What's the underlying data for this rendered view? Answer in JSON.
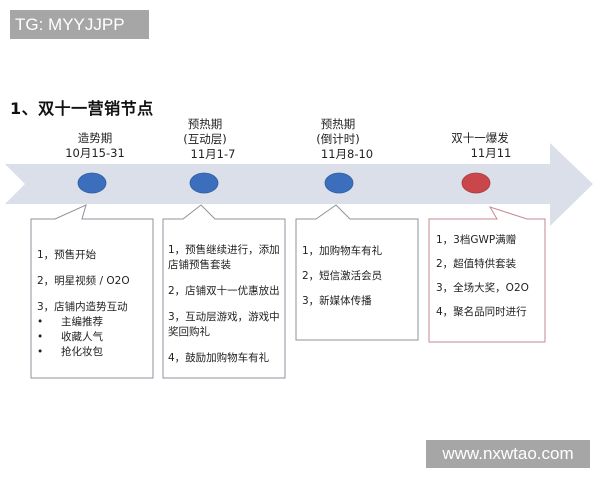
{
  "watermarks": {
    "top": "TG: MYYJJPP",
    "bottom": "www.nxwtao.com"
  },
  "title": "1、双十一营销节点",
  "colors": {
    "arrow": "#dadfea",
    "marker_blue": "#3b6fbd",
    "marker_red": "#c9474a",
    "box_border": "#8c939b",
    "box_border_highlight": "#c48a91"
  },
  "phases": [
    {
      "name": "造势期",
      "sub": "",
      "dates": "10月15-31",
      "marker_color": "blue",
      "items": [
        {
          "text": "1，预售开始"
        },
        {
          "text": "2，明星视频 / O2O"
        },
        {
          "text": "3，店铺内造势互动",
          "bullets": [
            "主编推荐",
            "收藏人气",
            "抢化妆包"
          ]
        }
      ]
    },
    {
      "name": "预热期",
      "sub": "(互动层)",
      "dates": "11月1-7",
      "marker_color": "blue",
      "items": [
        {
          "text": "1，预售继续进行，添加店铺预售套装"
        },
        {
          "text": "2，店铺双十一优惠放出"
        },
        {
          "text": "3，互动层游戏，游戏中奖回购礼"
        },
        {
          "text": "4，鼓励加购物车有礼"
        }
      ]
    },
    {
      "name": "预热期",
      "sub": "(倒计时)",
      "dates": "11月8-10",
      "marker_color": "blue",
      "items": [
        {
          "text": "1，加购物车有礼"
        },
        {
          "text": "2，短信激活会员"
        },
        {
          "text": "3，新媒体传播"
        }
      ]
    },
    {
      "name": "双十一爆发",
      "sub": "",
      "dates": "11月11",
      "marker_color": "red",
      "items": [
        {
          "text": "1，3档GWP满赠"
        },
        {
          "text": "2，超值特供套装"
        },
        {
          "text": "3，全场大奖，O2O"
        },
        {
          "text": "4，聚名品同时进行"
        }
      ]
    }
  ]
}
